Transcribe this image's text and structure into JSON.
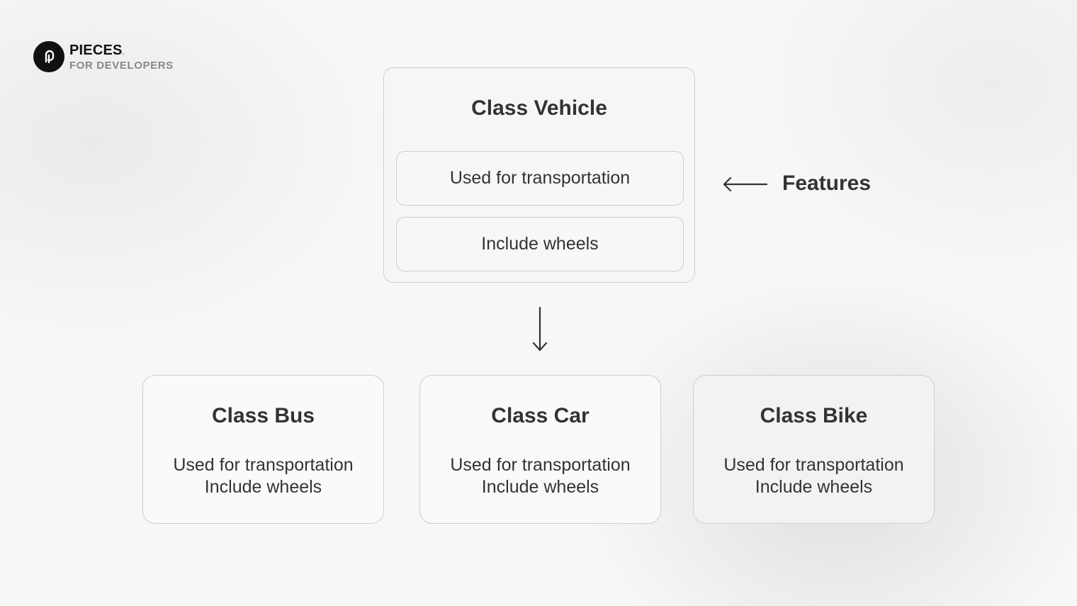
{
  "logo": {
    "name": "PIECES",
    "mark_suffix": ".",
    "tagline": "FOR DEVELOPERS"
  },
  "parent": {
    "title": "Class Vehicle",
    "features": [
      "Used for transportation",
      "Include wheels"
    ]
  },
  "annotation": {
    "label": "Features"
  },
  "children": [
    {
      "title": "Class Bus",
      "lines": [
        "Used for transportation",
        "Include wheels"
      ]
    },
    {
      "title": "Class Car",
      "lines": [
        "Used for transportation",
        "Include wheels"
      ]
    },
    {
      "title": "Class Bike",
      "lines": [
        "Used for transportation",
        "Include wheels"
      ]
    }
  ],
  "colors": {
    "text": "#333333",
    "border": "#cfcfcf",
    "logo": "#111111",
    "logo_sub": "#888888"
  }
}
